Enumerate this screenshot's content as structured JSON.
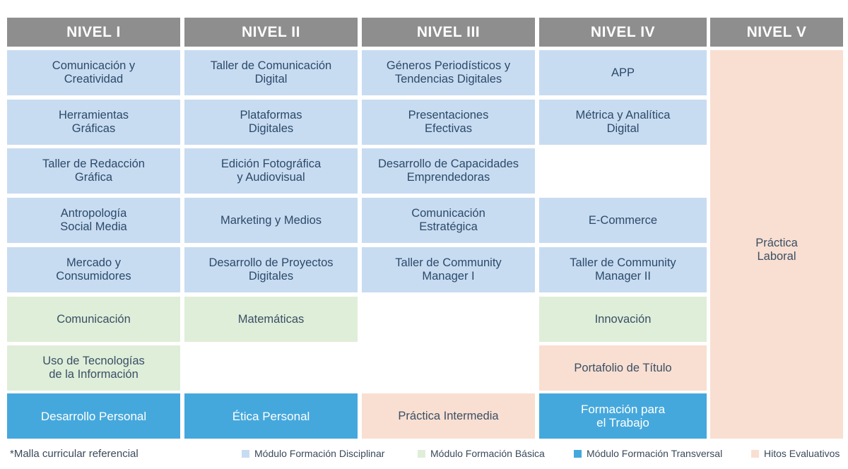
{
  "headers": [
    "NIVEL I",
    "NIVEL II",
    "NIVEL III",
    "NIVEL IV",
    "NIVEL V"
  ],
  "cells": {
    "c1_r1": "Comunicación y\nCreatividad",
    "c1_r2": "Herramientas\nGráficas",
    "c1_r3": "Taller de Redacción\nGráfica",
    "c1_r4": "Antropología\nSocial Media",
    "c1_r5": "Mercado y\nConsumidores",
    "c1_r6": "Comunicación",
    "c1_r7": "Uso de Tecnologías\nde la Información",
    "c1_r8": "Desarrollo Personal",
    "c2_r1": "Taller de Comunicación\nDigital",
    "c2_r2": "Plataformas\nDigitales",
    "c2_r3": "Edición Fotográfica\ny Audiovisual",
    "c2_r4": "Marketing y Medios",
    "c2_r5": "Desarrollo de Proyectos\nDigitales",
    "c2_r6": "Matemáticas",
    "c2_r8": "Ética Personal",
    "c3_r1": "Géneros Periodísticos y\nTendencias Digitales",
    "c3_r2": "Presentaciones\nEfectivas",
    "c3_r3": "Desarrollo de Capacidades\nEmprendedoras",
    "c3_r4": "Comunicación\nEstratégica",
    "c3_r5": "Taller de Community\nManager I",
    "c3_r8": "Práctica Intermedia",
    "c4_r1": "APP",
    "c4_r2": "Métrica y Analítica\nDigital",
    "c4_r4": "E-Commerce",
    "c4_r5": "Taller de Community\nManager II",
    "c4_r6": "Innovación",
    "c4_r7": "Portafolio de Título",
    "c4_r8": "Formación para\nel Trabajo",
    "c5": "Práctica\nLaboral"
  },
  "legend": {
    "note": "*Malla curricular referencial",
    "items": [
      {
        "label": "Módulo Formación Disciplinar",
        "color": "#c8dcf1"
      },
      {
        "label": "Módulo Formación Básica",
        "color": "#dfeed8"
      },
      {
        "label": "Módulo Formación Transversal",
        "color": "#45a8dc"
      },
      {
        "label": "Hitos Evaluativos",
        "color": "#f9dfd1"
      }
    ]
  }
}
